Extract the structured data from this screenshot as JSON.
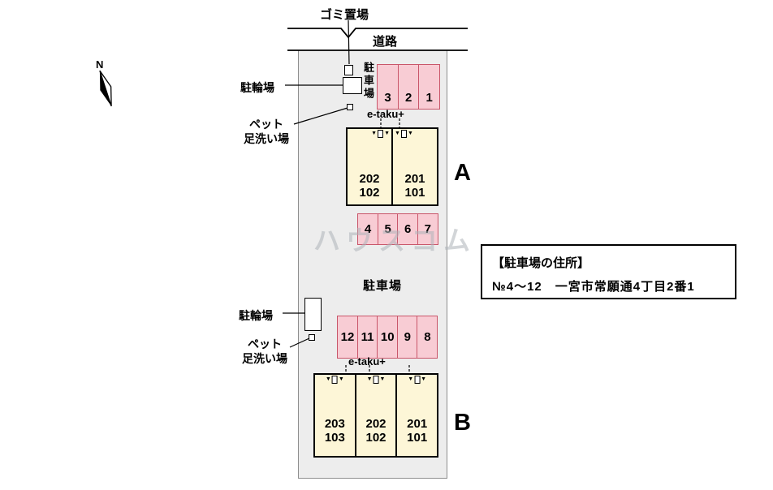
{
  "compass": {
    "label": "N"
  },
  "road": {
    "label": "道路"
  },
  "annotations": {
    "garbage": "ゴミ置場",
    "parking_small_vertical": "駐車場",
    "bicycle_top": "駐輪場",
    "pet_top": [
      "ペット",
      "足洗い場"
    ],
    "parking_main": "駐車場",
    "bicycle_bottom": "駐輪場",
    "pet_bottom": [
      "ペット",
      "足洗い場"
    ]
  },
  "parking_rows": [
    {
      "id": "top",
      "cells": [
        "3",
        "2",
        "1"
      ]
    },
    {
      "id": "middle",
      "cells": [
        "4",
        "5",
        "6",
        "7"
      ]
    },
    {
      "id": "bottom",
      "cells": [
        "12",
        "11",
        "10",
        "9",
        "8"
      ]
    }
  ],
  "buildings": [
    {
      "label": "A",
      "entrance_label": "e-taku+",
      "units": [
        [
          "202",
          "102"
        ],
        [
          "201",
          "101"
        ]
      ]
    },
    {
      "label": "B",
      "entrance_label": "e-taku+",
      "units": [
        [
          "203",
          "103"
        ],
        [
          "202",
          "102"
        ],
        [
          "201",
          "101"
        ]
      ]
    }
  ],
  "address_box": {
    "title": "【駐車場の住所】",
    "address": "№4～12　一宮市常願通4丁目2番1"
  },
  "watermark": "ハウスコム",
  "icons": {
    "door_marker": "▼"
  },
  "colors": {
    "parking_fill": "#f8ccd4",
    "parking_border": "#c9566a",
    "building_fill": "#fdf6d7",
    "plot_fill": "#ededed"
  }
}
